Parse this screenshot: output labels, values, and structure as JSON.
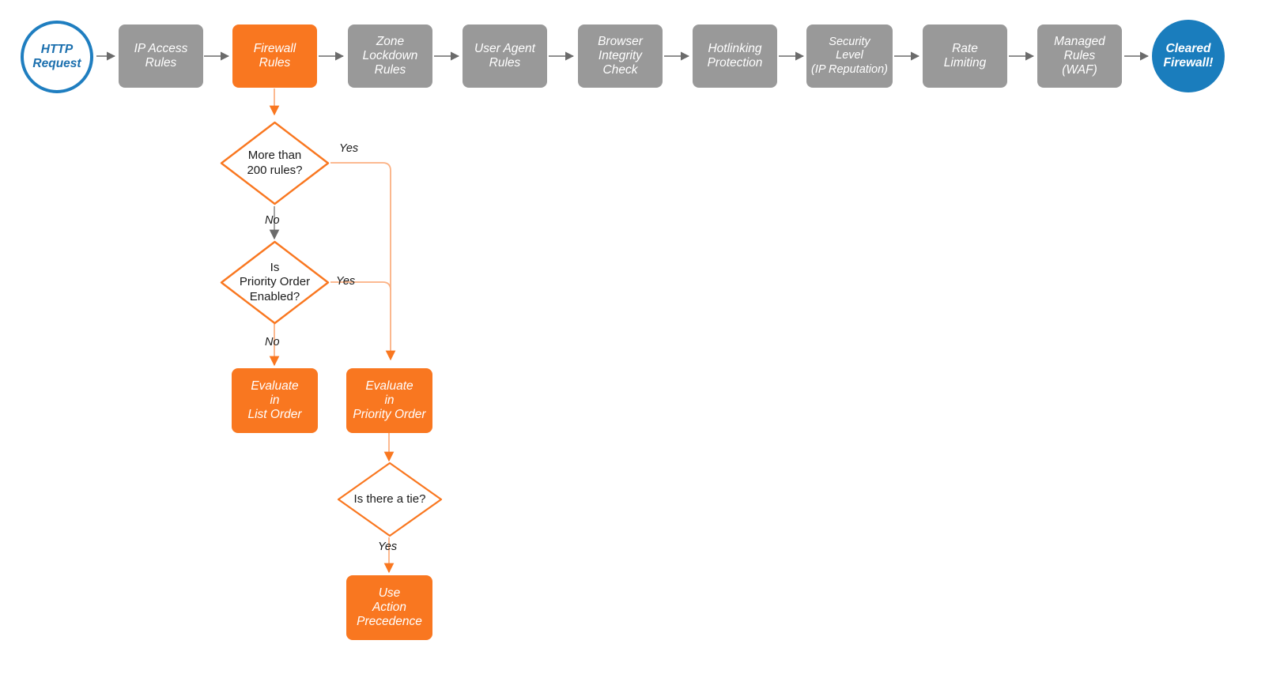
{
  "diagram": {
    "title": "Cloudflare request firewall evaluation order flowchart",
    "colors": {
      "orange": "#f97720",
      "gray": "#999999",
      "blue": "#1a7dbd",
      "blue_border": "#1f7ec0",
      "connector_gray": "#6b6b6b",
      "connector_orange": "#f97720",
      "text_dark": "#1a1a1a",
      "text_light": "#ffffff"
    },
    "pipeline": [
      {
        "id": "http-request",
        "label": "HTTP\nRequest",
        "shape": "circle",
        "style": "start"
      },
      {
        "id": "ip-access-rules",
        "label": "IP Access\nRules",
        "shape": "rounded-rect",
        "style": "gray"
      },
      {
        "id": "firewall-rules",
        "label": "Firewall\nRules",
        "shape": "rounded-rect",
        "style": "orange"
      },
      {
        "id": "zone-lockdown-rules",
        "label": "Zone\nLockdown\nRules",
        "shape": "rounded-rect",
        "style": "gray"
      },
      {
        "id": "user-agent-rules",
        "label": "User Agent\nRules",
        "shape": "rounded-rect",
        "style": "gray"
      },
      {
        "id": "browser-integrity-check",
        "label": "Browser\nIntegrity\nCheck",
        "shape": "rounded-rect",
        "style": "gray"
      },
      {
        "id": "hotlinking-protection",
        "label": "Hotlinking\nProtection",
        "shape": "rounded-rect",
        "style": "gray"
      },
      {
        "id": "security-level",
        "label": "Security\nLevel\n(IP Reputation)",
        "shape": "rounded-rect",
        "style": "gray"
      },
      {
        "id": "rate-limiting",
        "label": "Rate\nLimiting",
        "shape": "rounded-rect",
        "style": "gray"
      },
      {
        "id": "managed-rules-waf",
        "label": "Managed\nRules\n(WAF)",
        "shape": "rounded-rect",
        "style": "gray"
      },
      {
        "id": "cleared-firewall",
        "label": "Cleared\nFirewall!",
        "shape": "circle",
        "style": "end"
      }
    ],
    "decisions": [
      {
        "id": "more-than-200-rules",
        "label": "More than\n200 rules?"
      },
      {
        "id": "is-priority-order-enabled",
        "label": "Is\nPriority Order\nEnabled?"
      },
      {
        "id": "is-there-a-tie",
        "label": "Is there a tie?"
      }
    ],
    "outcomes": [
      {
        "id": "evaluate-in-list-order",
        "label": "Evaluate\nin\nList Order"
      },
      {
        "id": "evaluate-in-priority-order",
        "label": "Evaluate\nin\nPriority Order"
      },
      {
        "id": "use-action-precedence",
        "label": "Use\nAction\nPrecedence"
      }
    ],
    "edge_labels": {
      "more_than_200_yes": "Yes",
      "more_than_200_no": "No",
      "priority_order_yes": "Yes",
      "priority_order_no": "No",
      "tie_yes": "Yes"
    }
  }
}
